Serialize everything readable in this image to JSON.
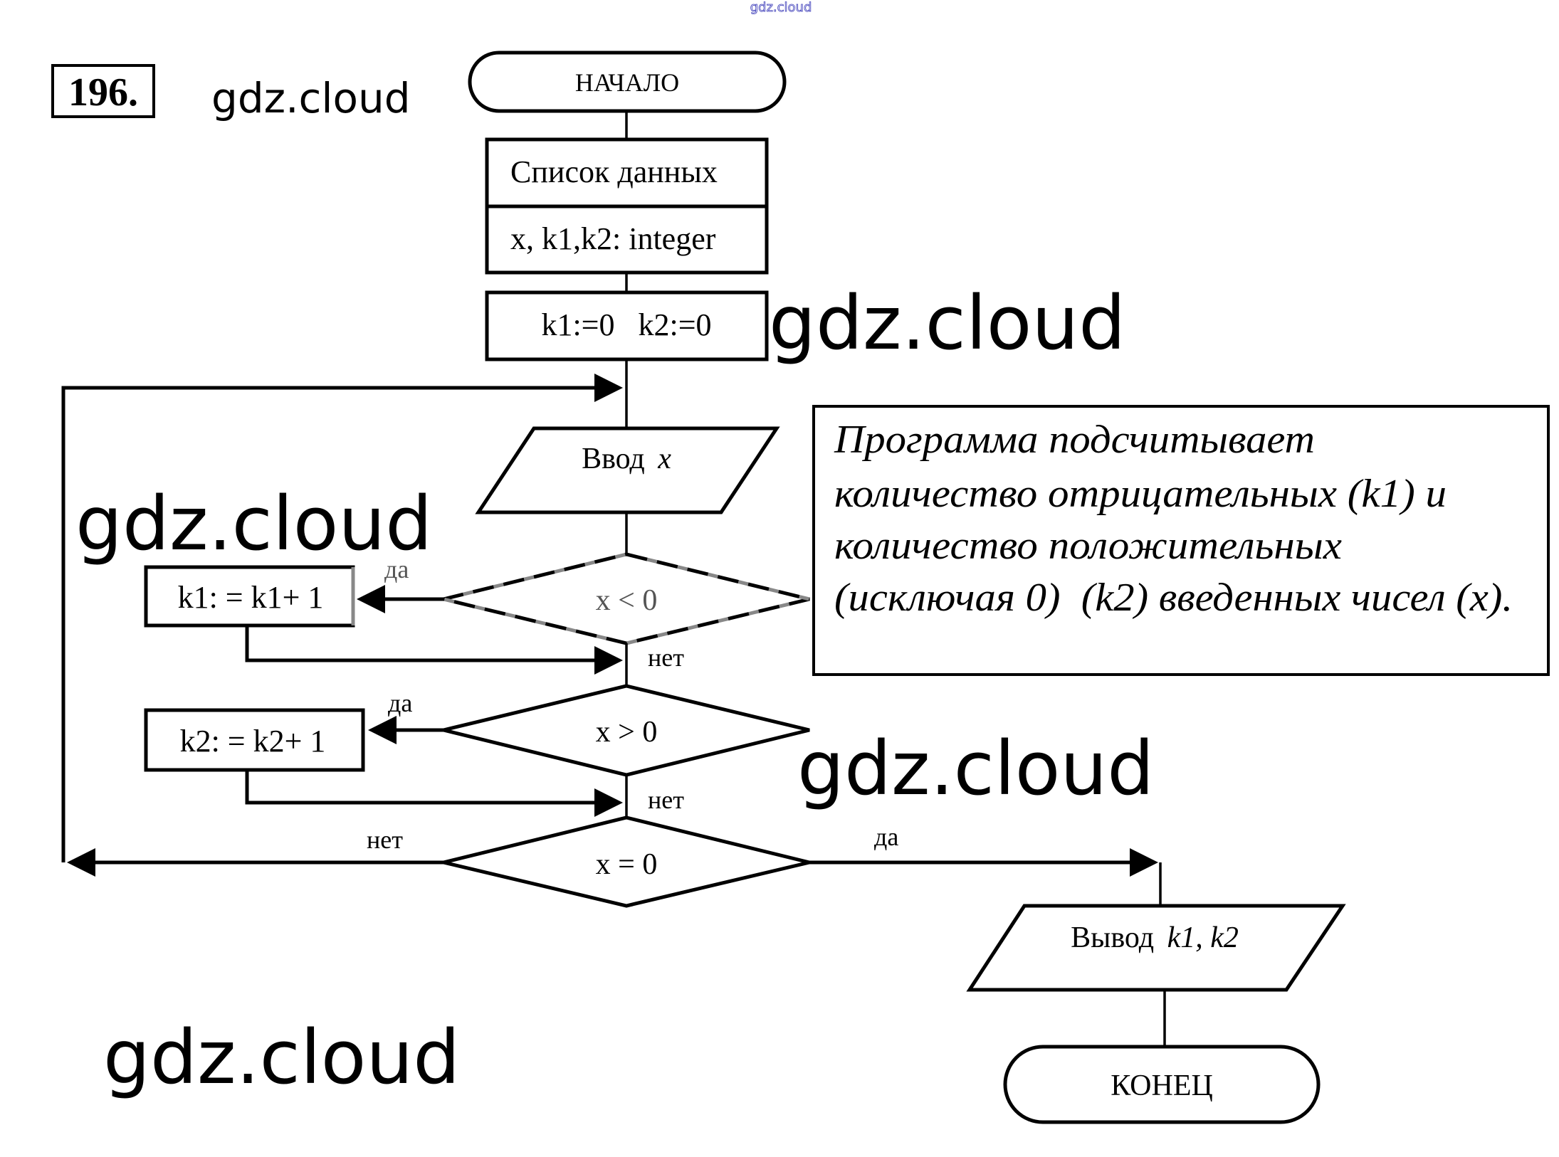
{
  "problem_number": "196.",
  "watermarks": {
    "top": "gdz.cloud",
    "header": "gdz.cloud",
    "mid_right": "gdz.cloud",
    "mid_left": "gdz.cloud",
    "lower_right": "gdz.cloud",
    "bottom_left": "gdz.cloud"
  },
  "flowchart": {
    "start": "НАЧАЛО",
    "data_list": {
      "header": "Список данных",
      "declaration": "x, k1,k2: integer"
    },
    "init": "k1:=0   k2:=0",
    "input": {
      "label": "Ввод",
      "var": "x"
    },
    "cond_negative": "x < 0",
    "inc_k1": "k1: = k1+ 1",
    "cond_positive": "x > 0",
    "inc_k2": "k2: = k2+ 1",
    "cond_zero": "x = 0",
    "output": {
      "label": "Вывод",
      "vars": "k1, k2"
    },
    "end": "КОНЕЦ",
    "labels": {
      "yes_1": "да",
      "no_1": "нет",
      "yes_2": "да",
      "no_2": "нет",
      "no_3": "нет",
      "yes_3": "да"
    }
  },
  "description": {
    "lines": [
      "Программа подсчитывает",
      "количество отрицательных (k1) и",
      "количество положительных",
      "(исключая 0)  (k2) введенных чисел (x)."
    ]
  }
}
